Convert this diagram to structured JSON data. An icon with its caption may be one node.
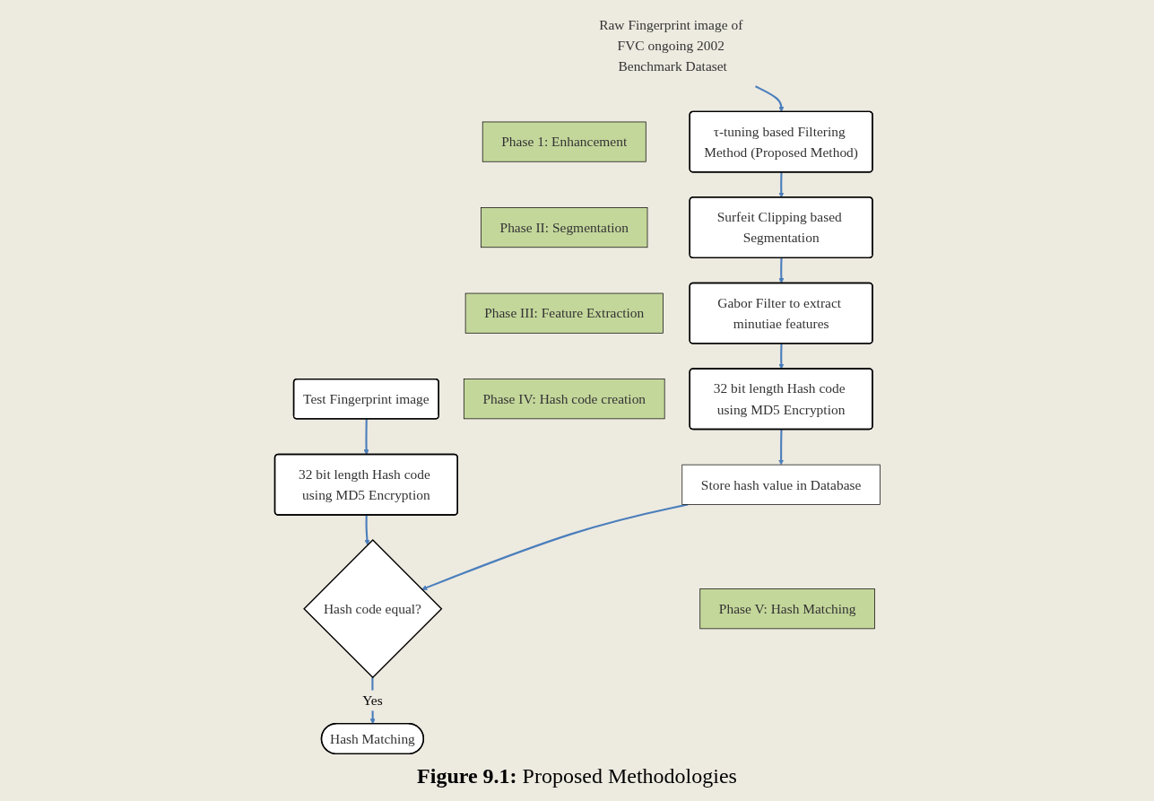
{
  "diagram": {
    "caption": "**Figure 9.1:** Proposed Methodologies",
    "nodes": [
      {
        "text": [
          "Raw Fingerprint image of FVC ongoing 2002 Benchmark Dataset"
        ]
      },
      {
        "text": [
          "τ-tuning based Filtering Method (Proposed Method)"
        ]
      },
      {
        "text": [
          "Phase 1: Enhancement"
        ]
      },
      {
        "text": [
          "Surfeit Clipping based Segmentation"
        ]
      },
      {
        "text": [
          "Phase II: Segmentation"
        ]
      },
      {
        "text": [
          "Gabor Filter to extract minutiae features"
        ]
      },
      {
        "text": [
          "Phase III: Feature Extraction"
        ]
      },
      {
        "text": [
          "32 bit length Hash code using MD5 Encryption"
        ]
      },
      {
        "text": [
          "Phase IV: Hash code creation"
        ]
      },
      {
        "text": [
          "Store hash value in Database"
        ]
      },
      {
        "text": [
          "Test Fingerprint image"
        ]
      },
      {
        "text": [
          "32 bit length Hash code using MD5 Encryption"
        ]
      },
      {
        "text": [
          "Hash code equal?"
        ]
      },
      {
        "text": [
          "Phase V: Hash Matching"
        ]
      },
      {
        "text": [
          "Hash Matching"
        ]
      }
    ],
    "edges": [
      {
        "from": 0,
        "to": 1,
        "arrow": "to"
      },
      {
        "from": 1,
        "to": 3,
        "arrow": "to"
      },
      {
        "from": 3,
        "to": 5,
        "arrow": "to"
      },
      {
        "from": 5,
        "to": 7,
        "arrow": "to"
      },
      {
        "from": 7,
        "to": 9,
        "arrow": "to"
      },
      {
        "from": 9,
        "to": 12,
        "arrow": "to"
      },
      {
        "from": 10,
        "to": 11,
        "arrow": "to"
      },
      {
        "from": 11,
        "to": 12,
        "arrow": "to"
      },
      {
        "from": 12,
        "to": 14,
        "label": "Yes",
        "arrow": "to"
      }
    ]
  }
}
